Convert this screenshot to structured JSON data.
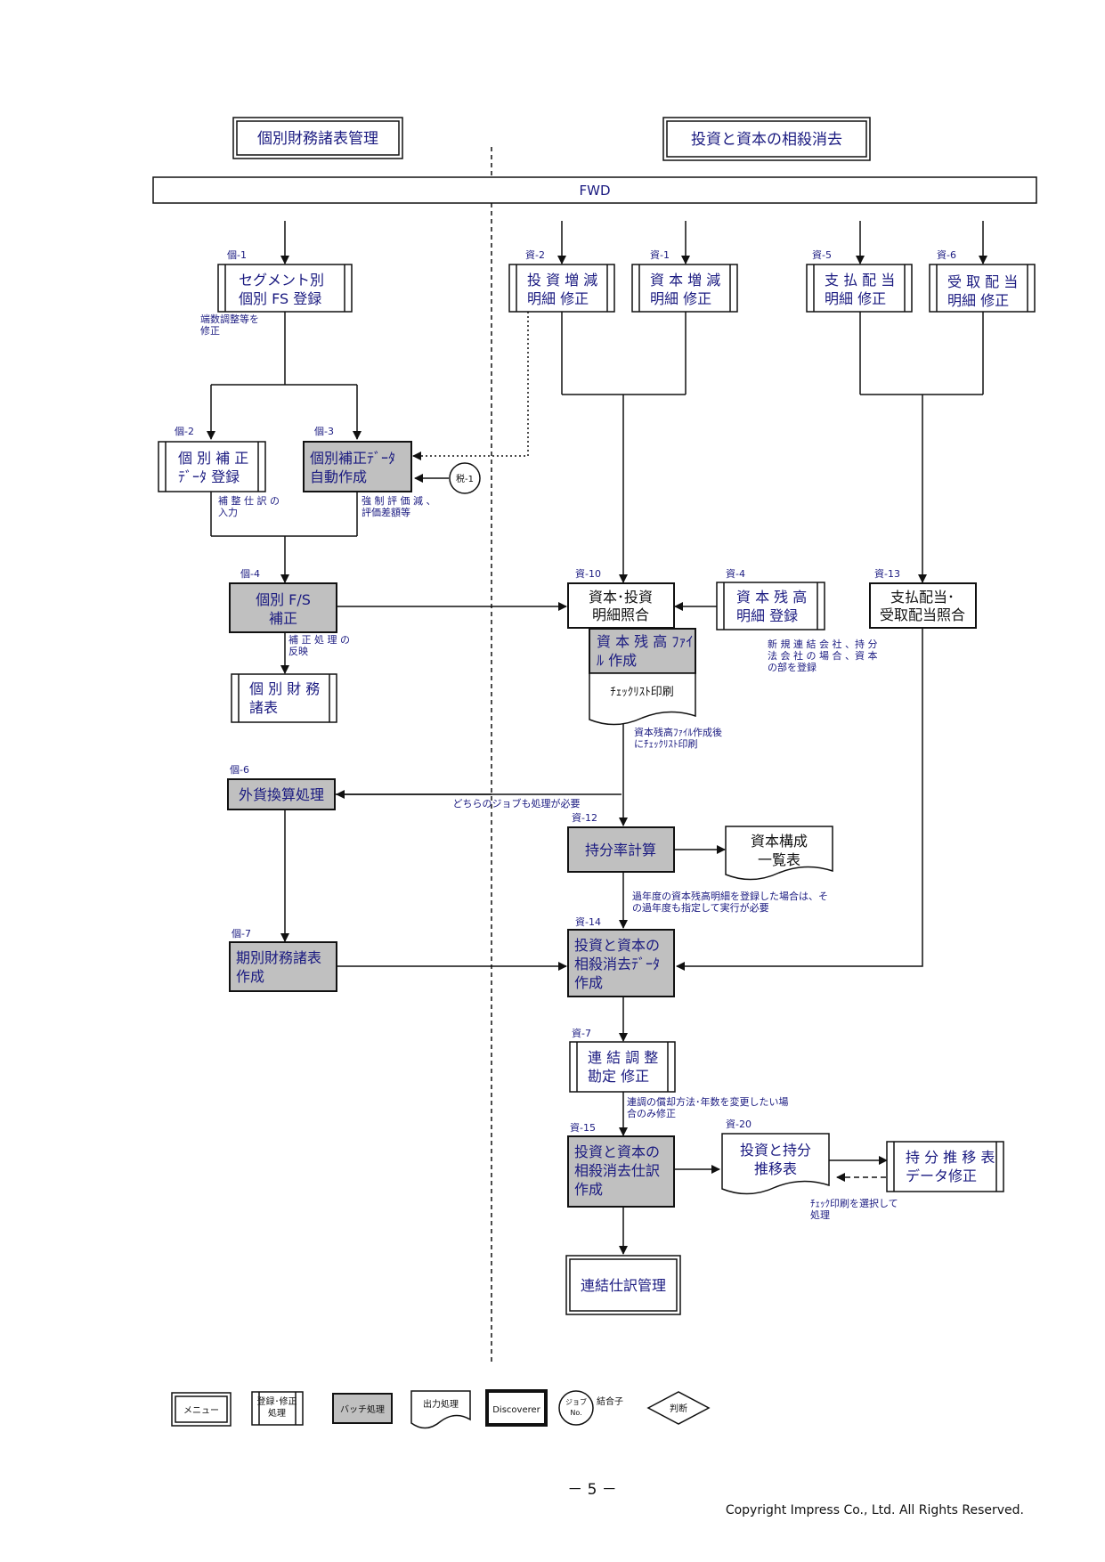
{
  "menus": {
    "left_title": "個別財務諸表管理",
    "right_title": "投資と資本の相殺消去",
    "bottom": "連結仕訳管理"
  },
  "fwd": "FWD",
  "nodes": {
    "k1": {
      "id": "個-1",
      "lines": [
        "セグメント別",
        "個別 FS  登録"
      ],
      "note": [
        "端数調整等を",
        "修正"
      ]
    },
    "k2": {
      "id": "個-2",
      "lines": [
        "個 別 補 正",
        "ﾃﾞｰﾀ  登録"
      ],
      "note": [
        "補 整 仕 訳 の",
        "入力"
      ]
    },
    "k3": {
      "id": "個-3",
      "lines": [
        "個別補正ﾃﾞｰﾀ",
        "自動作成"
      ],
      "note": [
        "強 制 評 価 減 、",
        "評価差額等"
      ]
    },
    "k4": {
      "id": "個-4",
      "lines": [
        "個別 F/S",
        "補正"
      ],
      "note": [
        "補 正 処 理 の",
        "反映"
      ]
    },
    "kr": {
      "lines": [
        "個 別 財 務",
        "諸表"
      ]
    },
    "k6": {
      "id": "個-6",
      "lines": [
        "外貨換算処理"
      ]
    },
    "k7": {
      "id": "個-7",
      "lines": [
        "期別財務諸表",
        "作成"
      ]
    },
    "s2": {
      "id": "資-2",
      "lines": [
        "投 資 増 減",
        "明細  修正"
      ]
    },
    "s1": {
      "id": "資-1",
      "lines": [
        "資 本 増 減",
        "明細  修正"
      ]
    },
    "s5": {
      "id": "資-5",
      "lines": [
        "支 払 配 当",
        "明細  修正"
      ]
    },
    "s6": {
      "id": "資-6",
      "lines": [
        "受 取 配 当",
        "明細  修正"
      ]
    },
    "s10": {
      "id": "資-10",
      "lines": [
        "資本･投資",
        "明細照合"
      ]
    },
    "s10b": {
      "lines": [
        "資 本 残 高 ﾌｧｲ",
        "ﾙ  作成"
      ]
    },
    "s10c": {
      "lines": [
        "ﾁｪｯｸﾘｽﾄ印刷"
      ],
      "note": [
        "資本残高ﾌｧｲﾙ作成後",
        "にﾁｪｯｸﾘｽﾄ印刷"
      ]
    },
    "s4": {
      "id": "資-4",
      "lines": [
        "資 本 残 高",
        "明細  登録"
      ],
      "note": [
        "新 規 連 結 会 社 、持 分",
        "法 会 社 の 場 合 、資 本",
        "の部を登録"
      ]
    },
    "s13": {
      "id": "資-13",
      "lines": [
        "支払配当･",
        "受取配当照合"
      ]
    },
    "s12": {
      "id": "資-12",
      "lines": [
        "持分率計算"
      ]
    },
    "out1": {
      "lines": [
        "資本構成",
        "一覧表"
      ]
    },
    "s14": {
      "id": "資-14",
      "lines": [
        "投資と資本の",
        "相殺消去ﾃﾞｰﾀ",
        "作成"
      ]
    },
    "s7": {
      "id": "資-7",
      "lines": [
        "連 結 調 整",
        "勘定  修正"
      ],
      "note": [
        "連調の償却方法･年数を変更したい場",
        "合のみ修正"
      ]
    },
    "s15": {
      "id": "資-15",
      "lines": [
        "投資と資本の",
        "相殺消去仕訳",
        "作成"
      ]
    },
    "s20": {
      "id": "資-20",
      "lines": [
        "投資と持分",
        "推移表"
      ],
      "note": [
        "ﾁｪｯｸ印刷を選択して",
        "処理"
      ]
    },
    "mod": {
      "lines": [
        "持 分 推 移 表",
        "データ修正"
      ]
    },
    "tax": {
      "lines": [
        "税-1"
      ]
    }
  },
  "notes": {
    "both_jobs": "どちらのジョブも処理が必要",
    "s12_note": [
      "過年度の資本残高明細を登録した場合は、そ",
      "の過年度も指定して実行が必要"
    ]
  },
  "legend": {
    "menu": "メニュー",
    "register": [
      "登録･修正",
      "処理"
    ],
    "batch": "バッチ処理",
    "output": "出力処理",
    "discoverer": "Discoverer",
    "connector": [
      "ジョブ",
      "No."
    ],
    "connector_label": "結合子",
    "decision": "判断"
  },
  "footer": {
    "page": "－ 5 －",
    "copyright": "Copyright Impress Co., Ltd. All Rights Reserved."
  }
}
